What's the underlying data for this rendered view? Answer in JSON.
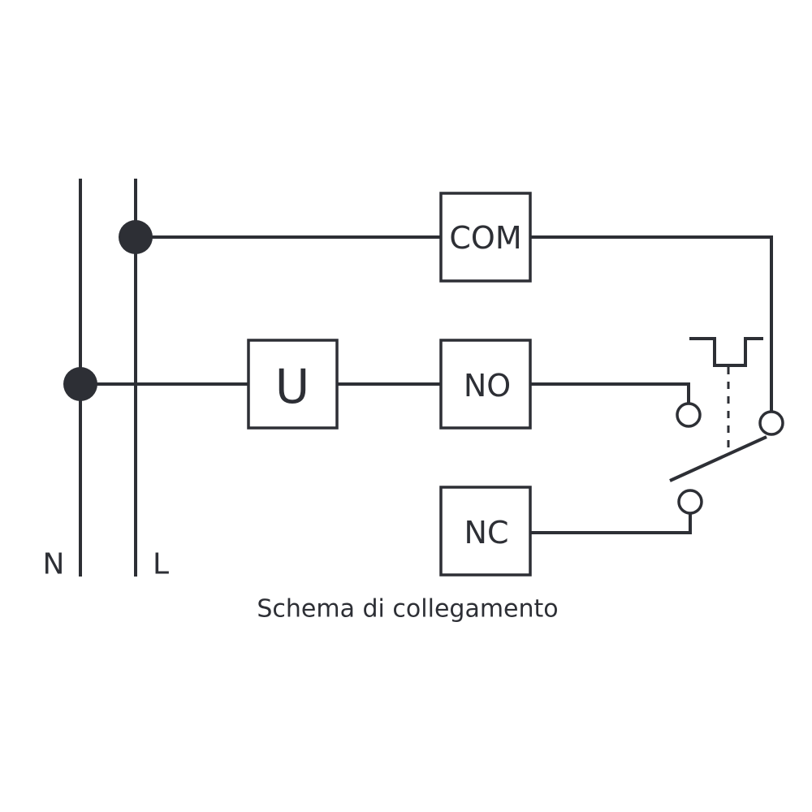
{
  "diagram": {
    "caption": "Schema di collegamento",
    "rails": {
      "neutral": "N",
      "line": "L"
    },
    "boxes": {
      "com": "COM",
      "no": "NO",
      "nc": "NC",
      "load": "U"
    }
  }
}
